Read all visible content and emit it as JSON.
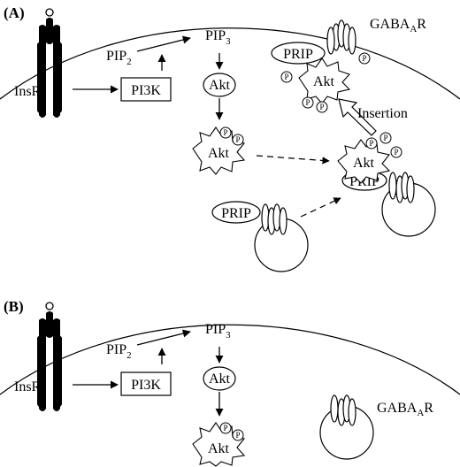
{
  "panels": [
    {
      "label": "(A)",
      "insr": "InsR",
      "pip2": "PIP",
      "pip2_sub": "2",
      "pip3": "PIP",
      "pip3_sub": "3",
      "pi3k": "PI3K",
      "akt": "Akt",
      "p": "P",
      "prip": "PRIP",
      "gaba": "GABA",
      "gaba_sub": "A",
      "gaba_tail": "R",
      "insertion": "Insertion"
    },
    {
      "label": "(B)",
      "insr": "InsR",
      "pip2": "PIP",
      "pip2_sub": "2",
      "pip3": "PIP",
      "pip3_sub": "3",
      "pi3k": "PI3K",
      "akt": "Akt",
      "p": "P",
      "gaba": "GABA",
      "gaba_sub": "A",
      "gaba_tail": "R"
    }
  ]
}
